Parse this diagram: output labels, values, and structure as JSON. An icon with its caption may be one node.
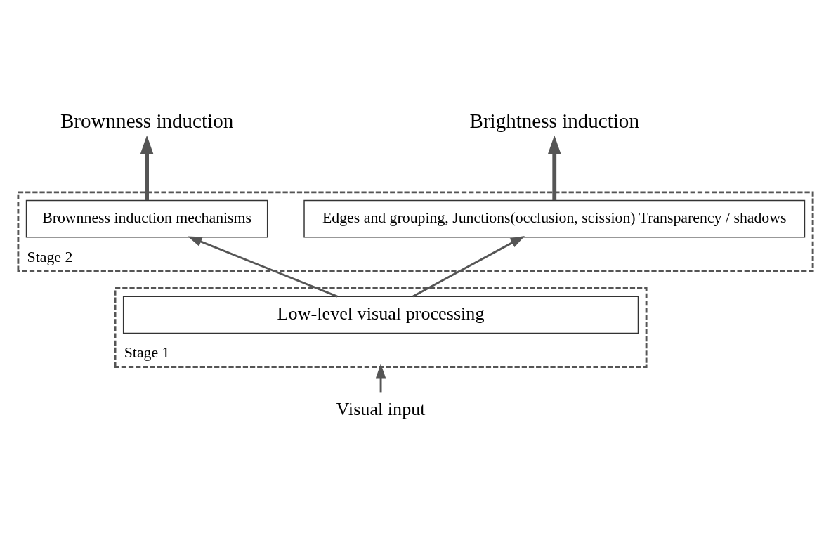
{
  "diagram": {
    "nodes": [
      {
        "text": [
          "Brownness induction"
        ]
      },
      {
        "text": [
          "Brightness induction"
        ]
      },
      {
        "text": [
          "Stage 2"
        ]
      },
      {
        "text": [
          "Brownness induction mechanisms"
        ],
        "in": 2
      },
      {
        "text": [
          "Edges and grouping, Junctions(occlusion, scission) Transparency / shadows"
        ],
        "in": 2
      },
      {
        "text": [
          "Stage 1"
        ]
      },
      {
        "text": [
          "Low-level visual processing"
        ],
        "in": 5
      },
      {
        "text": [
          "Visual input"
        ]
      }
    ],
    "edges": [
      {
        "from": 3,
        "to": 0,
        "arrow": "to",
        "style": "thick"
      },
      {
        "from": 4,
        "to": 1,
        "arrow": "to",
        "style": "thick"
      },
      {
        "from": 6,
        "to": 3,
        "arrow": "to"
      },
      {
        "from": 6,
        "to": 4,
        "arrow": "to"
      },
      {
        "from": 7,
        "to": 5,
        "arrow": "to"
      }
    ]
  }
}
